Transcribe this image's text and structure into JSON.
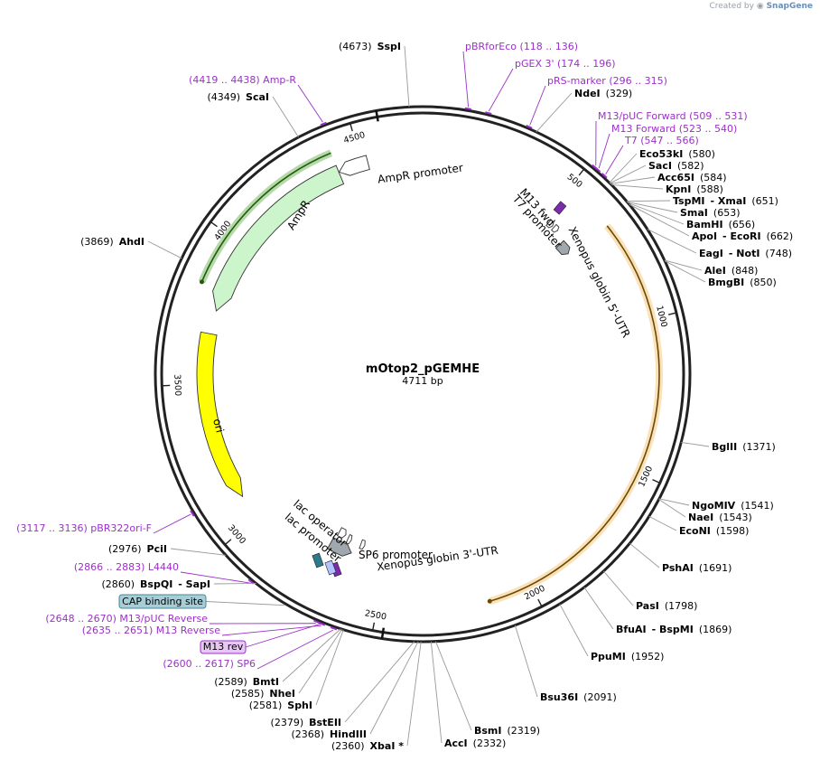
{
  "credit": {
    "created_by": "Created by",
    "brand": "SnapGene",
    "icon": "snapgene-logo-icon"
  },
  "plasmid": {
    "name": "mOtop2_pGEMHE",
    "length_label": "4711 bp",
    "length": 4711
  },
  "ticks": [
    {
      "pos": 500,
      "label": "500"
    },
    {
      "pos": 1000,
      "label": "1000"
    },
    {
      "pos": 1500,
      "label": "1500"
    },
    {
      "pos": 2000,
      "label": "2000"
    },
    {
      "pos": 2500,
      "label": "2500"
    },
    {
      "pos": 3000,
      "label": "3000"
    },
    {
      "pos": 3500,
      "label": "3500"
    },
    {
      "pos": 4000,
      "label": "4000"
    },
    {
      "pos": 4500,
      "label": "4500"
    }
  ],
  "features": [
    {
      "name": "AmpR",
      "label": "AmpR",
      "start": 3756,
      "end": 4416,
      "strand": -1,
      "color": "#ccf5cc"
    },
    {
      "name": "AmpR promoter",
      "label": "AmpR promoter",
      "start": 4417,
      "end": 4521,
      "strand": -1,
      "color": "#ffffff"
    },
    {
      "name": "ori",
      "label": "ori",
      "start": 3086,
      "end": 3674,
      "strand": -1,
      "color": "#ffff00"
    },
    {
      "name": "Xenopus globin 5'-UTR",
      "label": "Xenopus globin 5'-UTR",
      "start": 610,
      "end": 660,
      "strand": 1,
      "color": "#a0a7ae"
    },
    {
      "name": "Xenopus globin 3'-UTR",
      "label": "Xenopus globin 3'-UTR",
      "start": 2640,
      "end": 2730,
      "strand": -1,
      "color": "#a0a7ae"
    },
    {
      "name": "M13 fwd",
      "label": "M13 fwd",
      "start": 520,
      "end": 540,
      "strand": 1,
      "color": "#ffffff"
    },
    {
      "name": "T7 promoter",
      "label": "T7 promoter",
      "start": 547,
      "end": 566,
      "strand": 1,
      "color": "#ffffff"
    },
    {
      "name": "lac operator",
      "label": "lac operator",
      "start": 2660,
      "end": 2675,
      "strand": -1,
      "color": "#ffffff"
    },
    {
      "name": "lac promoter",
      "label": "lac promoter",
      "start": 2690,
      "end": 2720,
      "strand": -1,
      "color": "#ffffff"
    },
    {
      "name": "SP6 promoter",
      "label": "SP6 promoter",
      "start": 2600,
      "end": 2617,
      "strand": -1,
      "color": "#ffffff"
    }
  ],
  "cds_arcs": [
    {
      "name": "mOtop2 ORF",
      "start": 670,
      "end": 2140,
      "color": "#f2a83a"
    },
    {
      "name": "AmpR ORF",
      "start": 3830,
      "end": 4416,
      "color": "#2f8f0e"
    }
  ],
  "right_sites": [
    {
      "pos": 329,
      "parts": [
        {
          "t": "NdeI",
          "b": true
        },
        {
          "t": "(329)",
          "b": false
        }
      ]
    },
    {
      "pos": 580,
      "parts": [
        {
          "t": "Eco53kI",
          "b": true
        },
        {
          "t": "(580)",
          "b": false
        }
      ]
    },
    {
      "pos": 582,
      "parts": [
        {
          "t": "SacI",
          "b": true
        },
        {
          "t": "(582)",
          "b": false
        }
      ]
    },
    {
      "pos": 584,
      "parts": [
        {
          "t": "Acc65I",
          "b": true
        },
        {
          "t": "(584)",
          "b": false
        }
      ]
    },
    {
      "pos": 588,
      "parts": [
        {
          "t": "KpnI",
          "b": true
        },
        {
          "t": "(588)",
          "b": false
        }
      ]
    },
    {
      "pos": 651,
      "parts": [
        {
          "t": "TspMI",
          "b": true
        },
        {
          "t": "- XmaI",
          "b": true
        },
        {
          "t": "(651)",
          "b": false
        }
      ]
    },
    {
      "pos": 653,
      "parts": [
        {
          "t": "SmaI",
          "b": true
        },
        {
          "t": "(653)",
          "b": false
        }
      ]
    },
    {
      "pos": 656,
      "parts": [
        {
          "t": "BamHI",
          "b": true
        },
        {
          "t": "(656)",
          "b": false
        }
      ]
    },
    {
      "pos": 662,
      "parts": [
        {
          "t": "ApoI",
          "b": true
        },
        {
          "t": "- EcoRI",
          "b": true
        },
        {
          "t": "(662)",
          "b": false
        }
      ]
    },
    {
      "pos": 748,
      "parts": [
        {
          "t": "EagI",
          "b": true
        },
        {
          "t": "- NotI",
          "b": true
        },
        {
          "t": "(748)",
          "b": false
        }
      ]
    },
    {
      "pos": 848,
      "parts": [
        {
          "t": "AleI",
          "b": true
        },
        {
          "t": "(848)",
          "b": false
        }
      ]
    },
    {
      "pos": 850,
      "parts": [
        {
          "t": "BmgBI",
          "b": true
        },
        {
          "t": "(850)",
          "b": false
        }
      ]
    },
    {
      "pos": 1371,
      "parts": [
        {
          "t": "BglII",
          "b": true
        },
        {
          "t": "(1371)",
          "b": false
        }
      ]
    },
    {
      "pos": 1541,
      "parts": [
        {
          "t": "NgoMIV",
          "b": true
        },
        {
          "t": "(1541)",
          "b": false
        }
      ]
    },
    {
      "pos": 1543,
      "parts": [
        {
          "t": "NaeI",
          "b": true
        },
        {
          "t": "(1543)",
          "b": false
        }
      ]
    },
    {
      "pos": 1598,
      "parts": [
        {
          "t": "EcoNI",
          "b": true
        },
        {
          "t": "(1598)",
          "b": false
        }
      ]
    },
    {
      "pos": 1691,
      "parts": [
        {
          "t": "PshAI",
          "b": true
        },
        {
          "t": "(1691)",
          "b": false
        }
      ]
    },
    {
      "pos": 1798,
      "parts": [
        {
          "t": "PasI",
          "b": true
        },
        {
          "t": "(1798)",
          "b": false
        }
      ]
    },
    {
      "pos": 1869,
      "parts": [
        {
          "t": "BfuAI",
          "b": true
        },
        {
          "t": "- BspMI",
          "b": true
        },
        {
          "t": "(1869)",
          "b": false
        }
      ]
    },
    {
      "pos": 1952,
      "parts": [
        {
          "t": "PpuMI",
          "b": true
        },
        {
          "t": "(1952)",
          "b": false
        }
      ]
    },
    {
      "pos": 2091,
      "parts": [
        {
          "t": "Bsu36I",
          "b": true
        },
        {
          "t": "(2091)",
          "b": false
        }
      ]
    },
    {
      "pos": 2319,
      "parts": [
        {
          "t": "BsmI",
          "b": true
        },
        {
          "t": "(2319)",
          "b": false
        }
      ]
    },
    {
      "pos": 2332,
      "parts": [
        {
          "t": "AccI",
          "b": true
        },
        {
          "t": "(2332)",
          "b": false
        }
      ]
    }
  ],
  "left_sites": [
    {
      "pos": 4673,
      "parts": [
        {
          "t": "(4673)",
          "b": false
        },
        {
          "t": "SspI",
          "b": true
        }
      ]
    },
    {
      "pos": 4349,
      "parts": [
        {
          "t": "(4349)",
          "b": false
        },
        {
          "t": "ScaI",
          "b": true
        }
      ]
    },
    {
      "pos": 3869,
      "parts": [
        {
          "t": "(3869)",
          "b": false
        },
        {
          "t": "AhdI",
          "b": true
        }
      ]
    },
    {
      "pos": 2976,
      "parts": [
        {
          "t": "(2976)",
          "b": false
        },
        {
          "t": "PciI",
          "b": true
        }
      ]
    },
    {
      "pos": 2860,
      "parts": [
        {
          "t": "(2860)",
          "b": false
        },
        {
          "t": "BspQI",
          "b": true
        },
        {
          "t": "- SapI",
          "b": true
        }
      ]
    },
    {
      "pos": 2589,
      "parts": [
        {
          "t": "(2589)",
          "b": false
        },
        {
          "t": "BmtI",
          "b": true
        }
      ]
    },
    {
      "pos": 2585,
      "parts": [
        {
          "t": "(2585)",
          "b": false
        },
        {
          "t": "NheI",
          "b": true
        }
      ]
    },
    {
      "pos": 2581,
      "parts": [
        {
          "t": "(2581)",
          "b": false
        },
        {
          "t": "SphI",
          "b": true
        }
      ]
    },
    {
      "pos": 2379,
      "parts": [
        {
          "t": "(2379)",
          "b": false
        },
        {
          "t": "BstEII",
          "b": true
        }
      ]
    },
    {
      "pos": 2368,
      "parts": [
        {
          "t": "(2368)",
          "b": false
        },
        {
          "t": "HindIII",
          "b": true
        }
      ]
    },
    {
      "pos": 2360,
      "parts": [
        {
          "t": "(2360)",
          "b": false
        },
        {
          "t": "XbaI *",
          "b": true
        }
      ]
    }
  ],
  "primers": [
    {
      "pos": 127,
      "text": "pBRforEco    (118 .. 136)"
    },
    {
      "pos": 185,
      "text": "pGEX 3'    (174 .. 196)"
    },
    {
      "pos": 305,
      "text": "pRS-marker    (296 .. 315)"
    },
    {
      "pos": 520,
      "text": "M13/pUC Forward    (509 .. 531)"
    },
    {
      "pos": 531,
      "text": "M13 Forward    (523 .. 540)"
    },
    {
      "pos": 556,
      "text": "T7    (547 .. 566)"
    },
    {
      "pos": 4428,
      "text": "(4419 .. 4438)  Amp-R"
    },
    {
      "pos": 3126,
      "text": "(3117 .. 3136)  pBR322ori-F"
    },
    {
      "pos": 2874,
      "text": "(2866 .. 2883)  L4440"
    },
    {
      "pos": 2659,
      "text": "(2648 .. 2670)  M13/pUC Reverse"
    },
    {
      "pos": 2643,
      "text": "(2635 .. 2651)  M13 Reverse"
    },
    {
      "pos": 2608,
      "text": "(2600 .. 2617)  SP6"
    }
  ],
  "boxed_labels": [
    {
      "name": "cap-binding-site",
      "text": "CAP binding site",
      "pos": 2760,
      "fill": "#a7cdd6",
      "stroke": "#4a8797",
      "color": "#000000"
    },
    {
      "name": "m13-rev",
      "text": "M13 rev",
      "pos": 2645,
      "fill": "#e8c7f5",
      "stroke": "#9b30c9",
      "color": "#000000"
    }
  ]
}
